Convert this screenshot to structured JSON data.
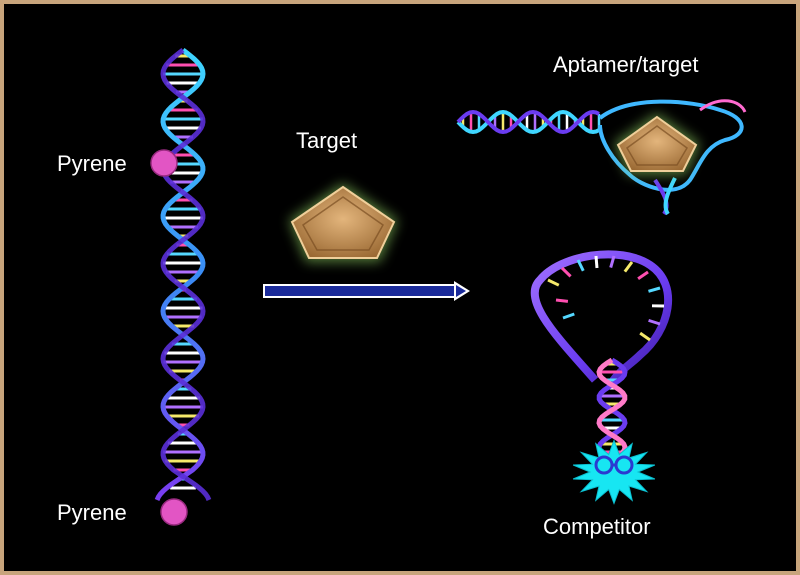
{
  "labels": {
    "pyrene_top": "Pyrene",
    "pyrene_bottom": "Pyrene",
    "target": "Target",
    "aptamer_target": "Aptamer/target",
    "competitor": "Competitor"
  },
  "colors": {
    "background": "#000000",
    "frame": "#c8a47c",
    "pyrene": "#e255c4",
    "target_fill": "#c8995f",
    "target_glow": "#a8e07a",
    "arrow": "#1a2a9a",
    "competitor_star": "#17e6f2",
    "strand_cyan": "#31c9f2",
    "strand_purple": "#6a3cf0",
    "rung_colors": [
      "#f5e96a",
      "#ff4fb0",
      "#55d8ff",
      "#ffffff",
      "#b070ff"
    ]
  },
  "icons": {
    "target": "pentagon-icon",
    "pyrene": "circle-icon",
    "competitor": "star-burst-icon",
    "arrow": "right-arrow-icon"
  }
}
